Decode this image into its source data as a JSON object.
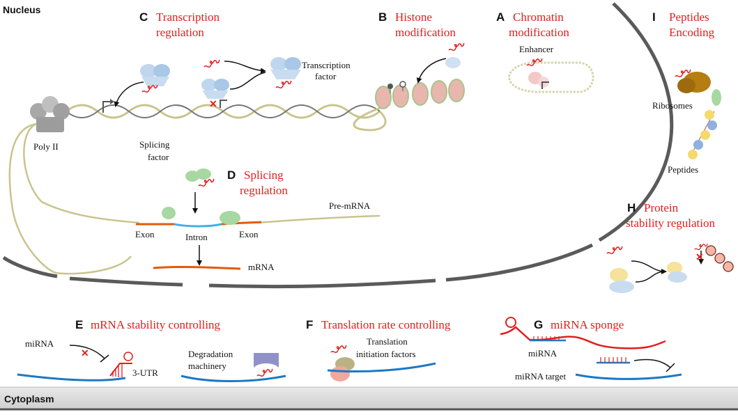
{
  "regions": {
    "nucleus": "Nucleus",
    "cytoplasm": "Cytoplasm"
  },
  "panels": {
    "A": {
      "letter": "A",
      "title_lines": [
        "Chromatin",
        "modification"
      ],
      "labels": {
        "enhancer": "Enhancer"
      }
    },
    "B": {
      "letter": "B",
      "title_lines": [
        "Histone",
        "modification"
      ]
    },
    "C": {
      "letter": "C",
      "title_lines": [
        "Transcription",
        "regulation"
      ],
      "labels": {
        "tf_line1": "Transcription",
        "tf_line2": "factor",
        "poly": "Poly II"
      }
    },
    "D": {
      "letter": "D",
      "title_lines": [
        "Splicing",
        "regulation"
      ],
      "labels": {
        "sf_line1": "Splicing",
        "sf_line2": "factor",
        "pre_mrna": "Pre-mRNA",
        "exon_left": "Exon",
        "intron": "Intron",
        "exon_right": "Exon",
        "mrna": "mRNA"
      }
    },
    "E": {
      "letter": "E",
      "title": "mRNA stability controlling",
      "labels": {
        "mirna": "miRNA",
        "utr": "3-UTR",
        "deg1": "Degradation",
        "deg2": "machinery"
      }
    },
    "F": {
      "letter": "F",
      "title": "Translation rate controlling",
      "labels": {
        "tif1": "Translation",
        "tif2": "initiation factors"
      }
    },
    "G": {
      "letter": "G",
      "title": "miRNA sponge",
      "labels": {
        "mirna": "miRNA",
        "target": "miRNA target"
      }
    },
    "H": {
      "letter": "H",
      "title_lines": [
        "Protein",
        "stability regulation"
      ]
    },
    "I": {
      "letter": "I",
      "title_lines": [
        "Peptides",
        "Encoding"
      ],
      "labels": {
        "ribosomes": "Ribosomes",
        "peptides": "Peptides"
      }
    }
  },
  "colors": {
    "title_red": "#e31d1d",
    "dna_olive": "#c9c48e",
    "mrna_blue": "#1c79c4",
    "exon_orange": "#e25a0c",
    "intron_cyan": "#3db3e5",
    "green_protein": "#a7d8a2",
    "blue_protein": "#bfd6ee",
    "membrane": "#555555"
  }
}
